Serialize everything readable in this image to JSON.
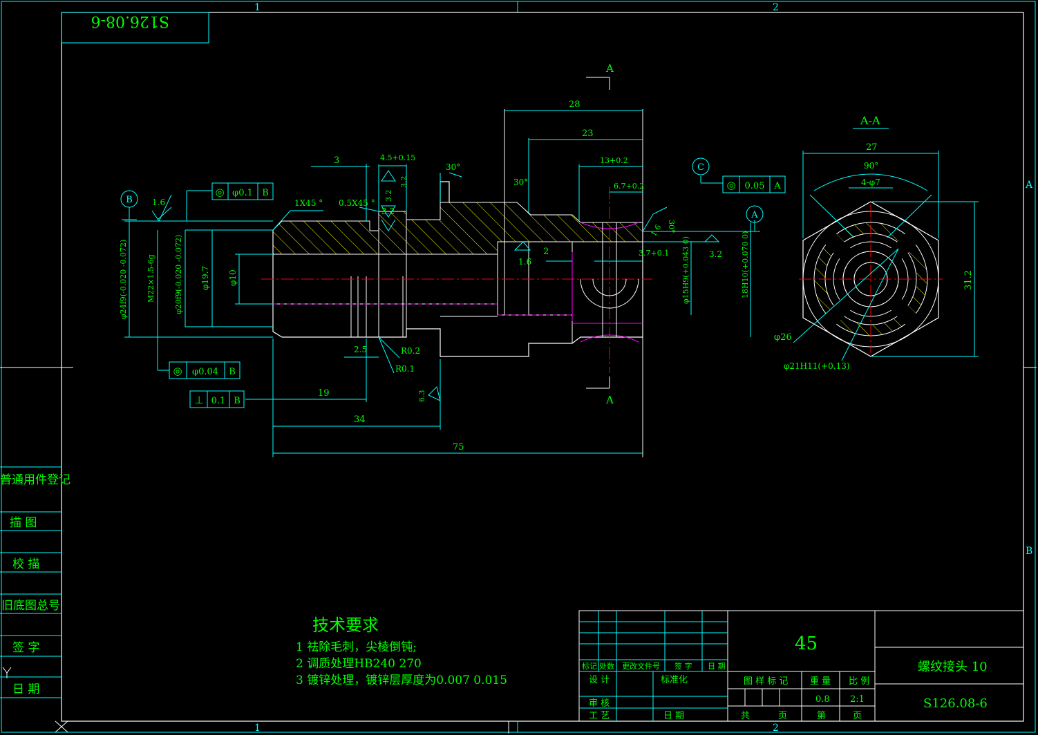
{
  "frame": {
    "zone_top_1": "1",
    "zone_top_2": "2",
    "zone_bottom_1": "1",
    "zone_bottom_2": "2",
    "zone_right_a": "A",
    "zone_right_b": "B",
    "mirror_code": "S126.08-6"
  },
  "section": {
    "cut_label_top": "A",
    "cut_label_bottom": "A",
    "view_title": "A-A",
    "dim_27": "27",
    "dim_90deg": "90°",
    "holes": "4-φ7",
    "dim_31_2": "31.2",
    "dim_26": "φ26",
    "dim_21": "φ21H11(+0.13)"
  },
  "dims": {
    "d28": "28",
    "d23": "23",
    "d13": "13+0.2",
    "d6_7": "6.7+0.2",
    "d3": "3",
    "d4_5": "4.5+0.15",
    "ang30a": "30°",
    "ang30b": "30°",
    "ang30c": "30°",
    "d2": "2",
    "d3_7": "3.7+0.1",
    "d19": "19",
    "d34": "34",
    "d75": "75",
    "d2_5": "2.5",
    "r02": "R0.2",
    "r01": "R0.1",
    "cham1": "1X45 °",
    "cham2": "0.5X45 °",
    "dia24": "φ24f9(-0.020 -0.072)",
    "m22": "M22×1.5-6g",
    "dia20": "φ20f9(-0.020 -0.072)",
    "dia19_7": "φ19.7",
    "dia10": "φ10",
    "dia15": "φ15H9(+0.043 0)",
    "dia18": "18H10(+0.070 0)"
  },
  "rough": {
    "r16a": "1.6",
    "r32a": "3.2",
    "r32b": "3.2",
    "r32c": "3.2",
    "r16b": "1.6",
    "r16c": "1.6",
    "r32d": "3.2",
    "r63": "6.3"
  },
  "datums": {
    "b": "B",
    "a": "A",
    "c": "C"
  },
  "fcf": {
    "f1_sym": "◎",
    "f1_val": "φ0.1",
    "f1_ref": "B",
    "f2_sym": "◎",
    "f2_val": "φ0.04",
    "f2_ref": "B",
    "f3_sym": "⊥",
    "f3_val": "0.1",
    "f3_ref": "B",
    "f4_sym": "◎",
    "f4_val": "0.05",
    "f4_ref": "A"
  },
  "left_panel": [
    "普通用件登记",
    "描 图",
    "校 描",
    "旧底图总号",
    "签 字",
    "日 期"
  ],
  "notes": {
    "title": "技术要求",
    "items": [
      "1 祛除毛刺，尖棱倒钝;",
      "2 调质处理HB240 270",
      "3 镀锌处理，镀锌层厚度为0.007 0.015"
    ]
  },
  "title_block": {
    "material": "45",
    "part_name": "螺纹接头 10",
    "drawing_no": "S126.08-6",
    "rev_headers": [
      "标记",
      "处数",
      "更改文件号",
      "签 字",
      "日 期"
    ],
    "design": "设 计",
    "standard": "标准化",
    "check": "审 核",
    "process": "工 艺",
    "date": "日 期",
    "stage_mark": "图 样 标 记",
    "weight": "重 量",
    "scale": "比 例",
    "weight_value": "0.8",
    "scale_value": "2:1",
    "total": "共",
    "sheets": "页",
    "sheet_no": "第",
    "page": "页"
  },
  "colors": {
    "frame": "#ffffff",
    "dimension": "#00ffff",
    "text": "#00ff00",
    "hatch": "#ffff00",
    "center": "#ff0000",
    "hidden": "#ff00ff"
  }
}
